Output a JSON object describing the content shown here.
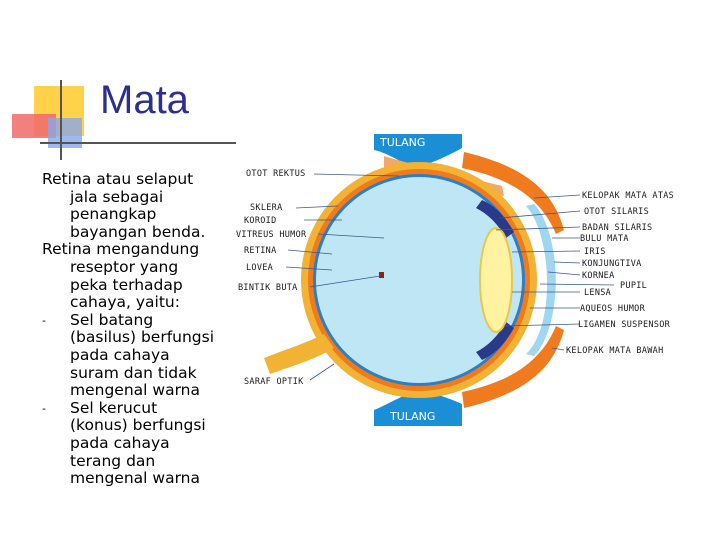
{
  "slide": {
    "title": "Mata",
    "paragraphs": [
      {
        "first": "Retina atau selaput",
        "rest": [
          "jala sebagai",
          "penangkap",
          "bayangan benda."
        ]
      },
      {
        "first": "Retina mengandung",
        "rest": [
          "reseptor yang",
          "peka terhadap",
          "cahaya, yaitu:"
        ]
      }
    ],
    "bullets": [
      {
        "marker": "-",
        "lines": [
          "Sel batang",
          "(basilus) berfungsi",
          "pada cahaya",
          "suram dan tidak",
          "mengenal warna"
        ]
      },
      {
        "marker": "-",
        "lines": [
          "Sel kerucut",
          "(konus) berfungsi",
          "pada cahaya",
          "terang dan",
          "mengenal warna"
        ]
      }
    ]
  },
  "diagram": {
    "top_label": "TULANG",
    "bottom_label": "TULANG",
    "left_labels": [
      "OTOT REKTUS",
      "SKLERA",
      "KOROID",
      "VITREUS HUMOR",
      "RETINA",
      "LOVEA",
      "BINTIK BUTA",
      "SARAF OPTIK"
    ],
    "right_labels": [
      "KELOPAK MATA ATAS",
      "OTOT SILARIS",
      "BADAN SILARIS",
      "BULU MATA",
      "IRIS",
      "KONJUNGTIVA",
      "KORNEA",
      "PUPIL",
      "LENSA",
      "AQUEOS HUMOR",
      "LIGAMEN SUSPENSOR",
      "KELOPAK MATA BAWAH"
    ],
    "colors": {
      "bone": "#1a8fd6",
      "sclera": "#f2b233",
      "choroid": "#f07a1e",
      "vitreous": "#bfe6f5",
      "lens": "#fff2a0",
      "iris": "#2a3a8a"
    }
  }
}
